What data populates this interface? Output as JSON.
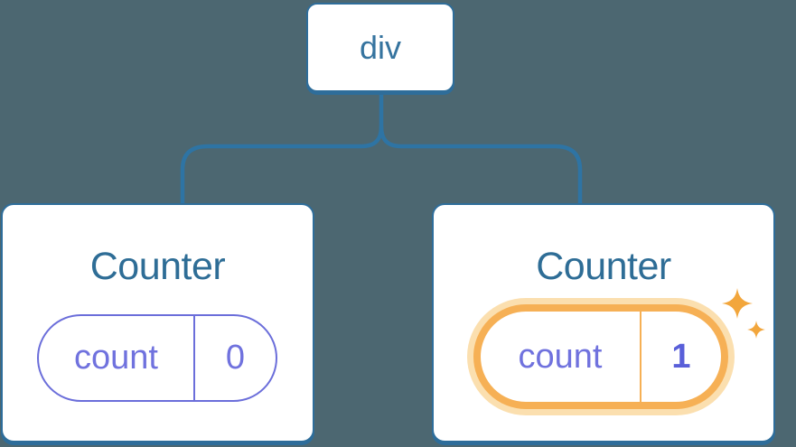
{
  "diagram": {
    "root": {
      "label": "div"
    },
    "children": [
      {
        "title": "Counter",
        "state": {
          "key": "count",
          "value": "0"
        },
        "highlighted": false
      },
      {
        "title": "Counter",
        "state": {
          "key": "count",
          "value": "1"
        },
        "highlighted": true
      }
    ]
  },
  "icons": {
    "sparkle": "sparkle-icon"
  },
  "colors": {
    "background": "#4C6771",
    "line": "#2E74A4",
    "card-border": "#2E6D9A",
    "card-bg": "#FFFFFF",
    "title-text": "#2E6D96",
    "root-text": "#36749F",
    "pill-border": "#6B6EDA",
    "pill-text": "#7072DE",
    "pill-value-bold": "#595FD9",
    "highlight": "#F6B055",
    "highlight-glow": "#FBDFAF",
    "sparkle": "#F2A63C"
  }
}
